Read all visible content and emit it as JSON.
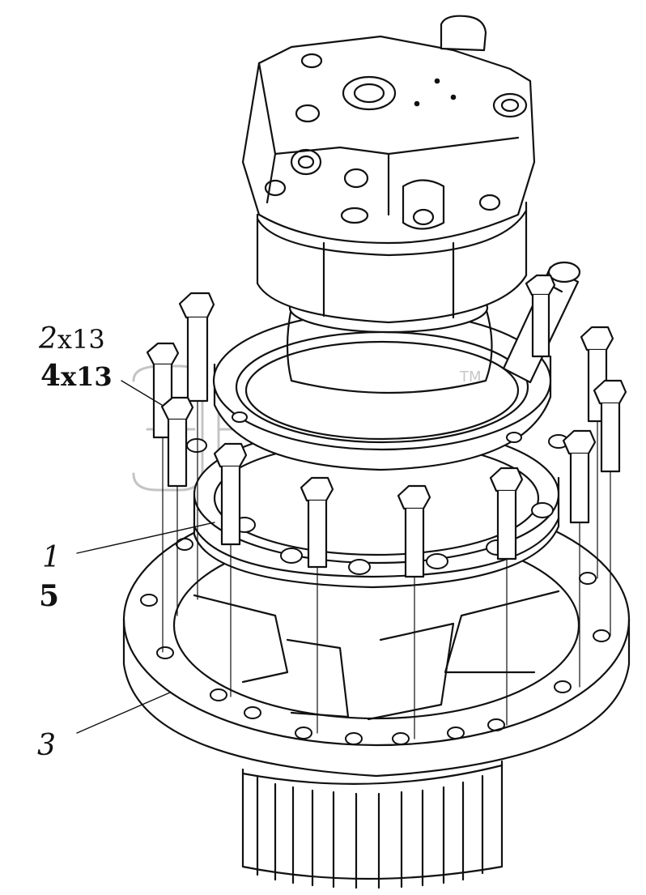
{
  "diagram": {
    "watermark": {
      "text": "ЭЛЕМ",
      "trademark": "TM"
    },
    "callouts": [
      {
        "id": "c2",
        "num": "2",
        "qty": "x13"
      },
      {
        "id": "c4",
        "num": "4",
        "qty": "x13"
      },
      {
        "id": "c1",
        "num": "1",
        "qty": ""
      },
      {
        "id": "c5",
        "num": "5",
        "qty": ""
      },
      {
        "id": "c3",
        "num": "3",
        "qty": ""
      }
    ]
  }
}
